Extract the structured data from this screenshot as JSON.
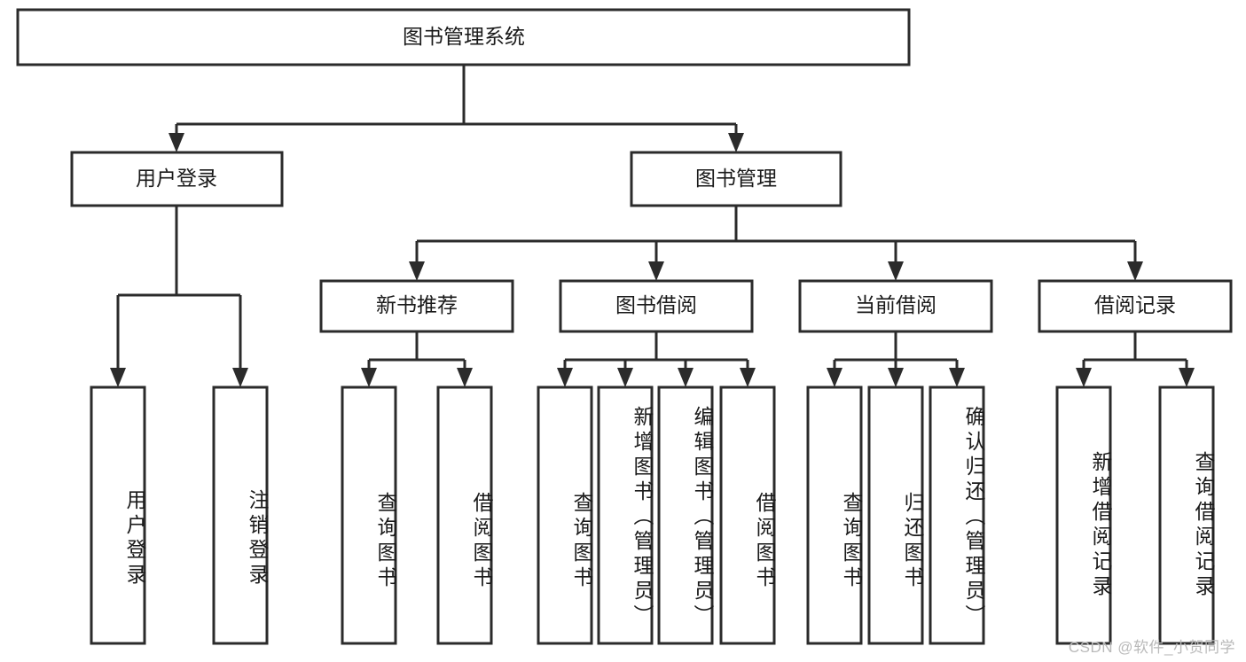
{
  "diagram": {
    "type": "tree-hierarchy-chart",
    "title": "图书管理系统",
    "orientation": "top-down",
    "colors": {
      "box_stroke": "#2b2b2b",
      "box_fill": "#ffffff",
      "connector": "#2b2b2b",
      "text": "#1a1a1a",
      "watermark": "#b9b9b9"
    },
    "levels": {
      "level1": [
        {
          "id": "root",
          "label": "图书管理系统"
        }
      ],
      "level2": [
        {
          "id": "user-login",
          "label": "用户登录",
          "parent": "root"
        },
        {
          "id": "book-manage",
          "label": "图书管理",
          "parent": "root"
        }
      ],
      "level3": [
        {
          "id": "new-book-rec",
          "label": "新书推荐",
          "parent": "book-manage"
        },
        {
          "id": "book-borrow",
          "label": "图书借阅",
          "parent": "book-manage"
        },
        {
          "id": "current-borrow",
          "label": "当前借阅",
          "parent": "book-manage"
        },
        {
          "id": "borrow-record",
          "label": "借阅记录",
          "parent": "book-manage"
        }
      ],
      "leaves": [
        {
          "id": "leaf-user-login",
          "label": "用户登录",
          "parent": "user-login"
        },
        {
          "id": "leaf-logout-login",
          "label": "注销登录",
          "parent": "user-login"
        },
        {
          "id": "leaf-query-book-1",
          "label": "查询图书",
          "parent": "new-book-rec"
        },
        {
          "id": "leaf-borrow-book-1",
          "label": "借阅图书",
          "parent": "new-book-rec"
        },
        {
          "id": "leaf-query-book-2",
          "label": "查询图书",
          "parent": "book-borrow"
        },
        {
          "id": "leaf-add-book",
          "label": "新增图书（管理员）",
          "parent": "book-borrow"
        },
        {
          "id": "leaf-edit-book",
          "label": "编辑图书（管理员）",
          "parent": "book-borrow"
        },
        {
          "id": "leaf-borrow-book-2",
          "label": "借阅图书",
          "parent": "book-borrow"
        },
        {
          "id": "leaf-query-book-3",
          "label": "查询图书",
          "parent": "current-borrow"
        },
        {
          "id": "leaf-return-book",
          "label": "归还图书",
          "parent": "current-borrow"
        },
        {
          "id": "leaf-confirm-return",
          "label": "确认归还（管理员）",
          "parent": "current-borrow"
        },
        {
          "id": "leaf-add-record",
          "label": "新增借阅记录",
          "parent": "borrow-record"
        },
        {
          "id": "leaf-query-record",
          "label": "查询借阅记录",
          "parent": "borrow-record"
        }
      ]
    }
  },
  "watermark": {
    "text": "CSDN @软件_小贺同学"
  }
}
